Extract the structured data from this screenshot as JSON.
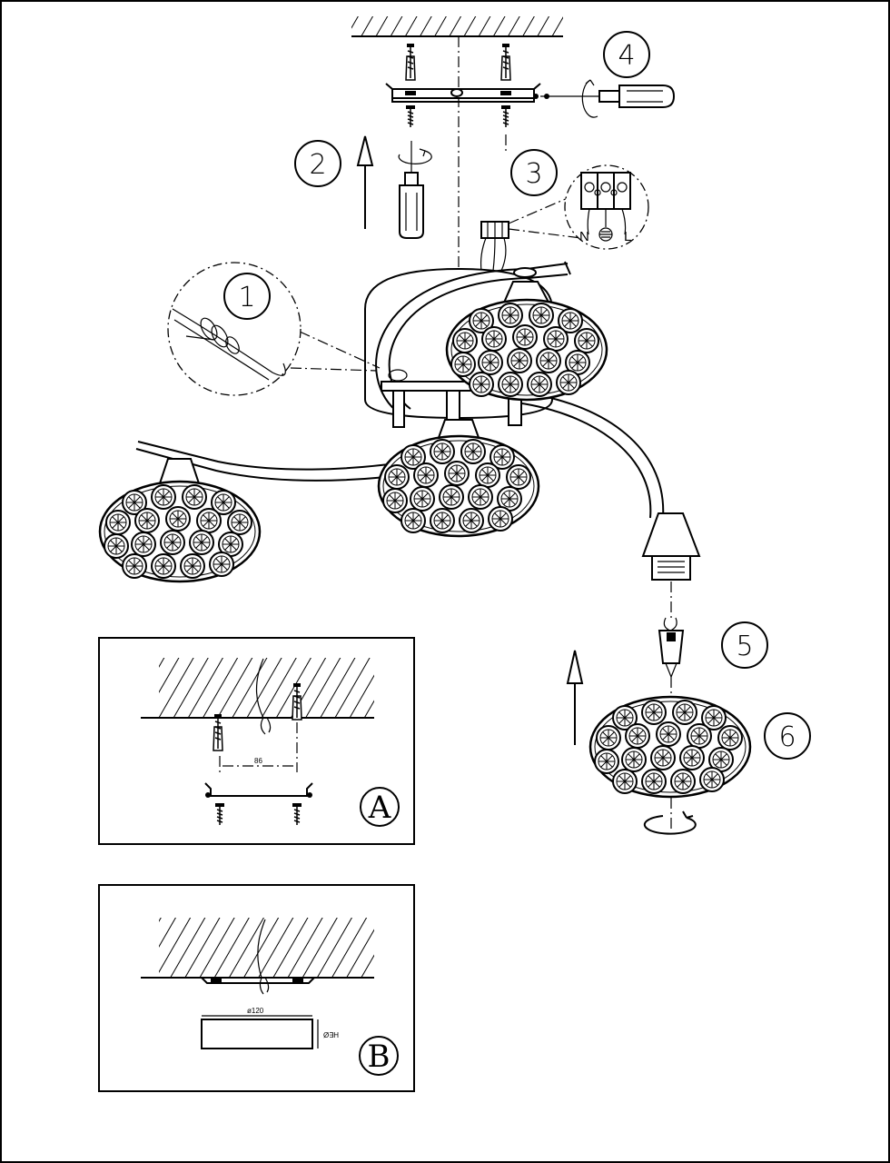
{
  "steps": [
    "1",
    "2",
    "3",
    "4",
    "5",
    "6"
  ],
  "terminal_labels": [
    "N",
    "L"
  ],
  "panel_a": {
    "label": "A",
    "dimension": "86"
  },
  "panel_b": {
    "label": "B",
    "diameter": "ø120",
    "height": "Ø∃H"
  }
}
